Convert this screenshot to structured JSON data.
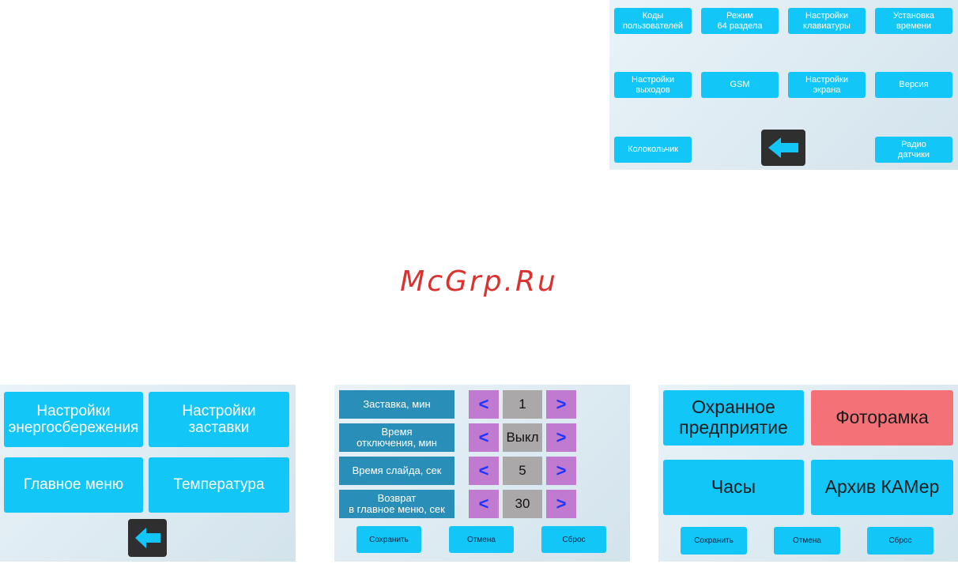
{
  "top_menu": {
    "buttons": [
      {
        "label": "Коды\nпользователей"
      },
      {
        "label": "Режим\n64 раздела"
      },
      {
        "label": "Настройки\nклавиатуры"
      },
      {
        "label": "Установка\nвремени"
      },
      {
        "label": "Настройки\nвыходов"
      },
      {
        "label": "GSM"
      },
      {
        "label": "Настройки\nэкрана"
      },
      {
        "label": "Версия"
      },
      {
        "label": "Колокольчик"
      },
      {
        "label": "Радио\nдатчики"
      }
    ]
  },
  "watermark": {
    "text": "McGrp.Ru"
  },
  "screen_menu": {
    "buttons": [
      {
        "label": "Настройки\nэнергосбережения"
      },
      {
        "label": "Настройки\nзаставки"
      },
      {
        "label": "Главное меню"
      },
      {
        "label": "Температура"
      }
    ]
  },
  "screensaver": {
    "rows": [
      {
        "label": "Заставка, мин",
        "value": "1"
      },
      {
        "label": "Время\nотключения, мин",
        "value": "Выкл"
      },
      {
        "label": "Время слайда, сек",
        "value": "5"
      },
      {
        "label": "Возврат\nв главное меню, сек",
        "value": "30"
      }
    ],
    "prev": "<",
    "next": ">",
    "save": "Сохранить",
    "cancel": "Отмена",
    "reset": "Сброс"
  },
  "main_menu": {
    "buttons": [
      {
        "label": "Охранное\nпредприятие"
      },
      {
        "label": "Фоторамка"
      },
      {
        "label": "Часы"
      },
      {
        "label": "Архив КАМер"
      }
    ],
    "save": "Сохранить",
    "cancel": "Отмена",
    "reset": "Сброс"
  },
  "colors": {
    "button": "#12c6f7",
    "highlight": "#f47177",
    "label": "#2a8fb8",
    "arrow": "#c07ad0",
    "value": "#aaa8a8",
    "watermark": "#d9322f"
  },
  "icons": {
    "back": "left-arrow-icon"
  }
}
